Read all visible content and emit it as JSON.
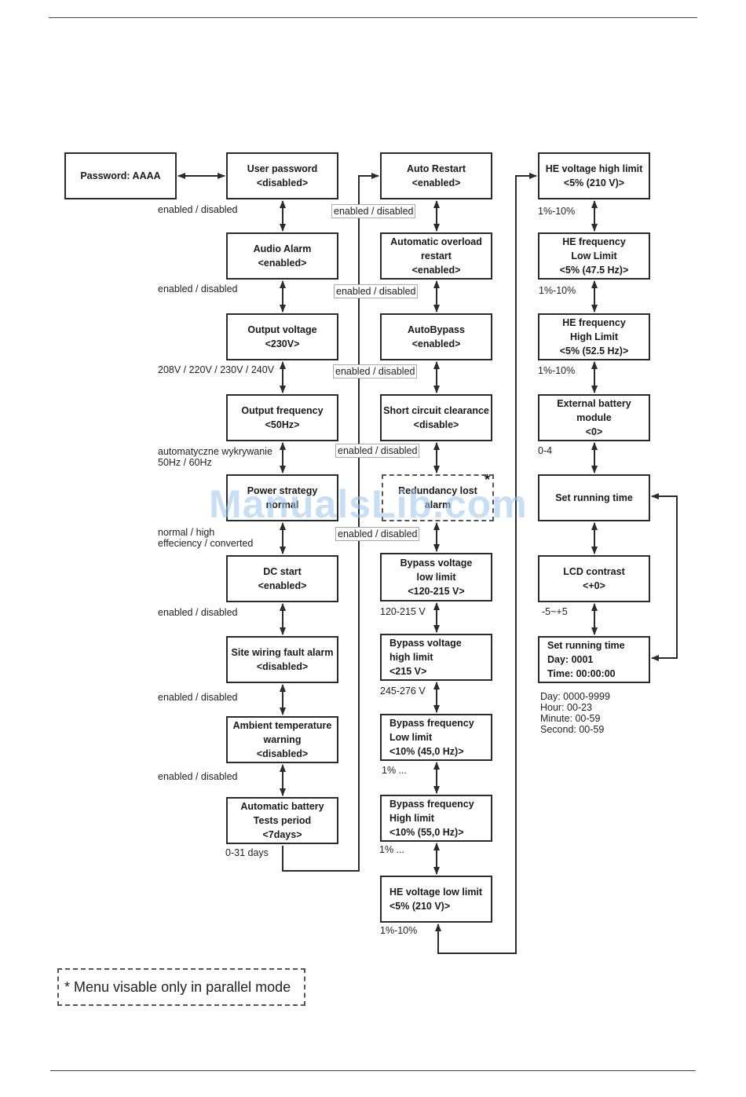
{
  "watermark": "ManualsLib.com",
  "colors": {
    "line": "#2b2b2b",
    "watermark": "#9ac6ec"
  },
  "boxes": {
    "password": [
      "Password: AAAA"
    ],
    "user_password": [
      "User password",
      "<disabled>"
    ],
    "audio_alarm": [
      "Audio Alarm",
      "<enabled>"
    ],
    "output_voltage": [
      "Output voltage",
      "<230V>"
    ],
    "output_frequency": [
      "Output frequency",
      "<50Hz>"
    ],
    "power_strategy": [
      "Power strategy",
      "normal"
    ],
    "dc_start": [
      "DC start",
      "<enabled>"
    ],
    "site_wiring": [
      "Site wiring fault alarm",
      "<disabled>"
    ],
    "ambient_temp": [
      "Ambient temperature",
      "warning",
      "<disabled>"
    ],
    "battery_tests": [
      "Automatic battery",
      "Tests period",
      "<7days>"
    ],
    "auto_restart": [
      "Auto Restart",
      "<enabled>"
    ],
    "overload_restart": [
      "Automatic overload",
      "restart",
      "<enabled>"
    ],
    "autobypass": [
      "AutoBypass",
      "<enabled>"
    ],
    "short_circuit": [
      "Short circuit clearance",
      "<disable>"
    ],
    "redundancy": [
      "Redundancy lost",
      "alarm"
    ],
    "bypass_v_low": [
      "Bypass voltage",
      "low limit",
      "<120-215 V>"
    ],
    "bypass_v_high": [
      "Bypass voltage",
      "high limit",
      "<215 V>"
    ],
    "bypass_f_low": [
      "Bypass frequency",
      "Low limit",
      "<10% (45,0 Hz)>"
    ],
    "bypass_f_high": [
      "Bypass frequency",
      "High limit",
      "<10% (55,0 Hz)>"
    ],
    "he_v_low": [
      "HE voltage low limit",
      "<5% (210 V)>"
    ],
    "he_v_high": [
      "HE voltage high limit",
      "<5% (210 V)>"
    ],
    "he_f_low": [
      "HE frequency",
      "Low Limit",
      "<5% (47.5 Hz)>"
    ],
    "he_f_high": [
      "HE frequency",
      "High Limit",
      "<5% (52.5 Hz)>"
    ],
    "ext_battery": [
      "External battery",
      "module",
      "<0>"
    ],
    "set_time": [
      "Set running time"
    ],
    "lcd_contrast": [
      "LCD contrast",
      "<+0>"
    ],
    "set_time_detail": [
      "Set running time",
      "Day: 0001",
      "Time: 00:00:00"
    ]
  },
  "parallel_marker": "*",
  "options": {
    "user_password": "enabled / disabled",
    "audio_alarm": "enabled / disabled",
    "output_voltage": "208V / 220V / 230V / 240V",
    "output_frequency": [
      "automatyczne wykrywanie",
      "50Hz / 60Hz"
    ],
    "power_strategy": [
      "normal / high",
      "effeciency / converted"
    ],
    "dc_start": "enabled / disabled",
    "site_wiring": "enabled / disabled",
    "ambient_temp": "enabled / disabled",
    "battery_tests": "0-31 days",
    "auto_restart": "enabled / disabled",
    "overload_restart": "enabled / disabled",
    "autobypass": "enabled / disabled",
    "short_circuit": "enabled / disabled",
    "redundancy": "enabled / disabled",
    "bypass_v_low": "120-215 V",
    "bypass_v_high": "245-276 V",
    "bypass_f_low": "1% ...",
    "bypass_f_high": "1% ...",
    "he_v_low": "1%-10%",
    "he_v_high": "1%-10%",
    "he_f_low": "1%-10%",
    "he_f_high": "1%-10%",
    "ext_battery": "0-4",
    "lcd_contrast": "-5~+5",
    "set_time_detail": [
      "Day: 0000-9999",
      "Hour: 00-23",
      "Minute: 00-59",
      "Second: 00-59"
    ]
  },
  "footnote": "* Menu visable only in parallel mode"
}
